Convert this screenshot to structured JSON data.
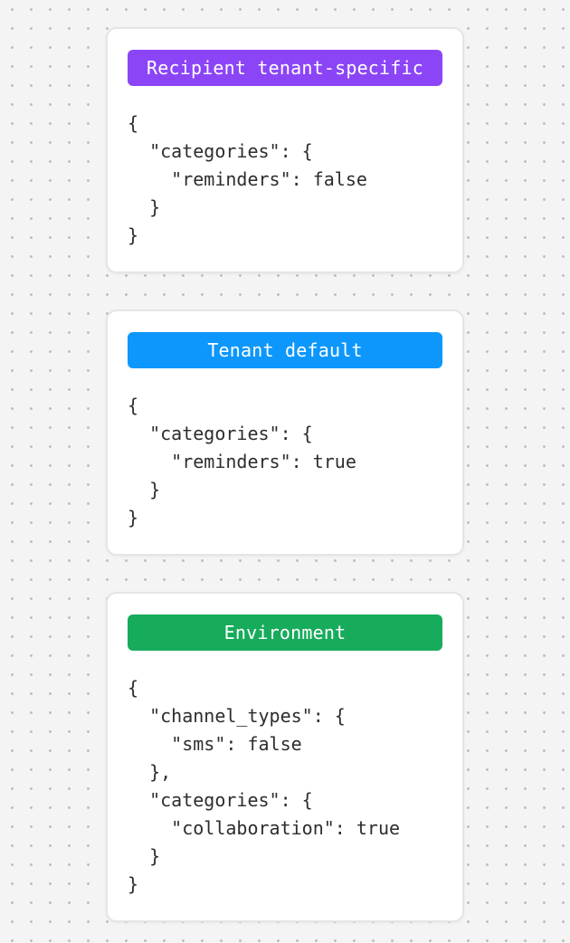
{
  "page": {
    "background_color": "#f4f4f5",
    "dot_color": "#bcbcbe",
    "card_background": "#ffffff",
    "card_border_color": "#e5e5e7",
    "badge_text_color": "#ffffff",
    "code_text_color": "#2d2d2d"
  },
  "cards": [
    {
      "badge": {
        "label": "Recipient tenant-specific",
        "color": "#8b45f7"
      },
      "code_lines": [
        "{",
        "  \"categories\": {",
        "    \"reminders\": false",
        "  }",
        "}"
      ]
    },
    {
      "badge": {
        "label": "Tenant default",
        "color": "#0d97fc"
      },
      "code_lines": [
        "{",
        "  \"categories\": {",
        "    \"reminders\": true",
        "  }",
        "}"
      ]
    },
    {
      "badge": {
        "label": "Environment",
        "color": "#17ab5c"
      },
      "code_lines": [
        "{",
        "  \"channel_types\": {",
        "    \"sms\": false",
        "  },",
        "  \"categories\": {",
        "    \"collaboration\": true",
        "  }",
        "}"
      ]
    }
  ]
}
